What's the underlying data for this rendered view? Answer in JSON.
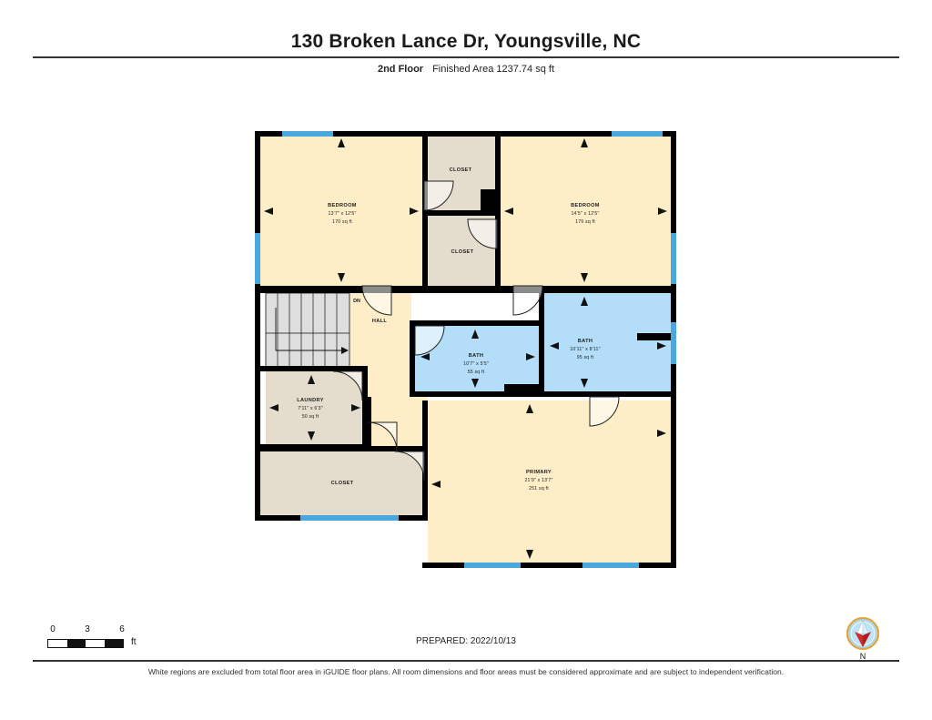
{
  "header": {
    "title": "130 Broken Lance Dr, Youngsville, NC",
    "floor_label": "2nd Floor",
    "area_label": "Finished Area 1237.74 sq ft"
  },
  "floorplan": {
    "rooms": [
      {
        "id": "bedroom-left",
        "name": "BEDROOM",
        "dimensions": "13'7\" x 12'5\"",
        "area": "170 sq ft",
        "fill": "#fdeec8"
      },
      {
        "id": "bedroom-right",
        "name": "BEDROOM",
        "dimensions": "14'5\" x 12'5\"",
        "area": "179 sq ft",
        "fill": "#fdeec8"
      },
      {
        "id": "closet-upper",
        "name": "CLOSET",
        "dimensions": "",
        "area": "",
        "fill": "#e4dccd"
      },
      {
        "id": "closet-middle",
        "name": "CLOSET",
        "dimensions": "",
        "area": "",
        "fill": "#e4dccd"
      },
      {
        "id": "hall",
        "name": "HALL",
        "dimensions": "",
        "area": "",
        "fill": "#fdeec8"
      },
      {
        "id": "laundry",
        "name": "LAUNDRY",
        "dimensions": "7'11\" x 6'3\"",
        "area": "50 sq ft",
        "fill": "#e4dccd"
      },
      {
        "id": "bath-small",
        "name": "BATH",
        "dimensions": "10'7\" x 5'5\"",
        "area": "55 sq ft",
        "fill": "#b3ddf8"
      },
      {
        "id": "bath-large",
        "name": "BATH",
        "dimensions": "10'11\" x 8'11\"",
        "area": "95 sq ft",
        "fill": "#b3ddf8"
      },
      {
        "id": "primary",
        "name": "PRIMARY",
        "dimensions": "21'9\" x 13'7\"",
        "area": "251 sq ft",
        "fill": "#fdeec8"
      },
      {
        "id": "closet-lower",
        "name": "CLOSET",
        "dimensions": "",
        "area": "",
        "fill": "#e4dccd"
      }
    ],
    "stairs": {
      "direction_label": "DN",
      "fill": "#dedede"
    },
    "colors": {
      "wall": "#000000",
      "window": "#4aa8de",
      "finished_fill": "#fdeec8",
      "unfinished_fill": "#e4dccd",
      "wet_fill": "#b3ddf8",
      "stair_fill": "#dedede",
      "door_swing": "#222222"
    }
  },
  "footer": {
    "scale": {
      "ticks": [
        "0",
        "3",
        "6"
      ],
      "unit": "ft"
    },
    "prepared": "PREPARED: 2022/10/13",
    "disclaimer": "White regions are excluded from total floor area in iGUIDE floor plans. All room dimensions and floor areas must be considered approximate and are subject to independent verification.",
    "compass": {
      "label": "N",
      "needle_color": "#d42a2a",
      "ring_color": "#e8a33d",
      "face_color": "#a9d8ef"
    }
  }
}
